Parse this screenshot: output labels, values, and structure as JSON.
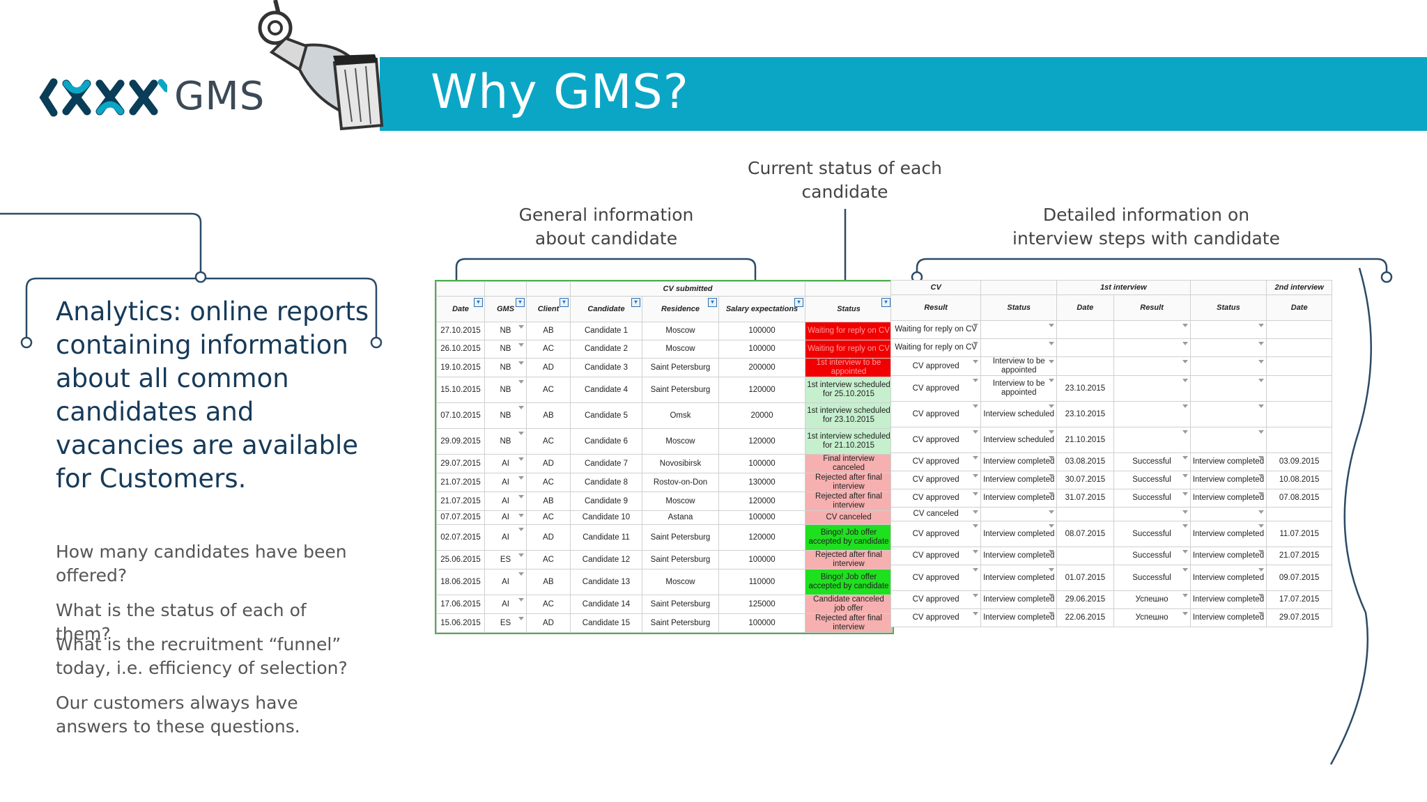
{
  "title": "Why GMS?",
  "logo": {
    "text": "GMS"
  },
  "analytics_text": "Analytics: online reports containing information about all common candidates and vacancies are available for Customers.",
  "questions": [
    "How many candidates have been offered?",
    "What is the status of each of them?",
    "What is the recruitment “funnel” today, i.e. efficiency of selection?",
    "Our customers always have answers to these questions."
  ],
  "callouts": {
    "general": "General information about candidate",
    "status": "Current status of each candidate",
    "detailed": "Detailed information on interview steps with candidate"
  },
  "left_table": {
    "group_header": "CV submitted",
    "headers": [
      "Date",
      "GMS",
      "Client",
      "Candidate",
      "Residence",
      "Salary expectations",
      "Status"
    ],
    "rows": [
      [
        "27.10.2015",
        "NB",
        "AB",
        "Candidate 1",
        "Moscow",
        "100000",
        "Waiting for reply on CV",
        "red"
      ],
      [
        "26.10.2015",
        "NB",
        "AC",
        "Candidate 2",
        "Moscow",
        "100000",
        "Waiting for reply on CV",
        "red"
      ],
      [
        "19.10.2015",
        "NB",
        "AD",
        "Candidate 3",
        "Saint Petersburg",
        "200000",
        "1st interview to be appointed",
        "red"
      ],
      [
        "15.10.2015",
        "NB",
        "AC",
        "Candidate 4",
        "Saint Petersburg",
        "120000",
        "1st interview scheduled for 25.10.2015",
        "pale"
      ],
      [
        "07.10.2015",
        "NB",
        "AB",
        "Candidate 5",
        "Omsk",
        "20000",
        "1st interview scheduled for 23.10.2015",
        "pale"
      ],
      [
        "29.09.2015",
        "NB",
        "AC",
        "Candidate 6",
        "Moscow",
        "120000",
        "1st interview scheduled for 21.10.2015",
        "pale"
      ],
      [
        "29.07.2015",
        "AI",
        "AD",
        "Candidate 7",
        "Novosibirsk",
        "100000",
        "Final interview canceled",
        "pink"
      ],
      [
        "21.07.2015",
        "AI",
        "AC",
        "Candidate 8",
        "Rostov-on-Don",
        "130000",
        "Rejected after final interview",
        "pink"
      ],
      [
        "21.07.2015",
        "AI",
        "AB",
        "Candidate 9",
        "Moscow",
        "120000",
        "Rejected after final interview",
        "pink"
      ],
      [
        "07.07.2015",
        "AI",
        "AC",
        "Candidate 10",
        "Astana",
        "100000",
        "CV canceled",
        "pink"
      ],
      [
        "02.07.2015",
        "AI",
        "AD",
        "Candidate 11",
        "Saint Petersburg",
        "120000",
        "Bingo! Job offer accepted by candidate",
        "green"
      ],
      [
        "25.06.2015",
        "ES",
        "AC",
        "Candidate 12",
        "Saint Petersburg",
        "100000",
        "Rejected after final interview",
        "pink"
      ],
      [
        "18.06.2015",
        "AI",
        "AB",
        "Candidate 13",
        "Moscow",
        "110000",
        "Bingo! Job offer accepted by candidate",
        "green"
      ],
      [
        "17.06.2015",
        "AI",
        "AC",
        "Candidate 14",
        "Saint Petersburg",
        "125000",
        "Candidate canceled job offer",
        "pink"
      ],
      [
        "15.06.2015",
        "ES",
        "AD",
        "Candidate 15",
        "Saint Petersburg",
        "100000",
        "Rejected after final interview",
        "pink"
      ]
    ]
  },
  "right_table": {
    "group_headers": [
      "CV",
      "1st interview",
      "2nd interview"
    ],
    "headers": [
      "Result",
      "Status",
      "Date",
      "Result",
      "Status",
      "Date"
    ],
    "rows": [
      [
        "Waiting for reply on CV",
        "",
        "",
        "",
        "",
        ""
      ],
      [
        "Waiting for reply on CV",
        "",
        "",
        "",
        "",
        ""
      ],
      [
        "CV approved",
        "Interview to be appointed",
        "",
        "",
        "",
        ""
      ],
      [
        "CV approved",
        "Interview to be appointed",
        "23.10.2015",
        "",
        "",
        ""
      ],
      [
        "CV approved",
        "Interview scheduled",
        "23.10.2015",
        "",
        "",
        ""
      ],
      [
        "CV approved",
        "Interview scheduled",
        "21.10.2015",
        "",
        "",
        ""
      ],
      [
        "CV approved",
        "Interview completed",
        "03.08.2015",
        "Successful",
        "Interview completed",
        "03.09.2015"
      ],
      [
        "CV approved",
        "Interview completed",
        "30.07.2015",
        "Successful",
        "Interview completed",
        "10.08.2015"
      ],
      [
        "CV approved",
        "Interview completed",
        "31.07.2015",
        "Successful",
        "Interview completed",
        "07.08.2015"
      ],
      [
        "CV canceled",
        "",
        "",
        "",
        "",
        ""
      ],
      [
        "CV approved",
        "Interview completed",
        "08.07.2015",
        "Successful",
        "Interview completed",
        "11.07.2015"
      ],
      [
        "CV approved",
        "Interview completed",
        "",
        "Successful",
        "Interview completed",
        "21.07.2015"
      ],
      [
        "CV approved",
        "Interview completed",
        "01.07.2015",
        "Successful",
        "Interview completed",
        "09.07.2015"
      ],
      [
        "CV approved",
        "Interview completed",
        "29.06.2015",
        "Успешно",
        "Interview completed",
        "17.07.2015"
      ],
      [
        "CV approved",
        "Interview completed",
        "22.06.2015",
        "Успешно",
        "Interview completed",
        "29.07.2015"
      ]
    ]
  }
}
